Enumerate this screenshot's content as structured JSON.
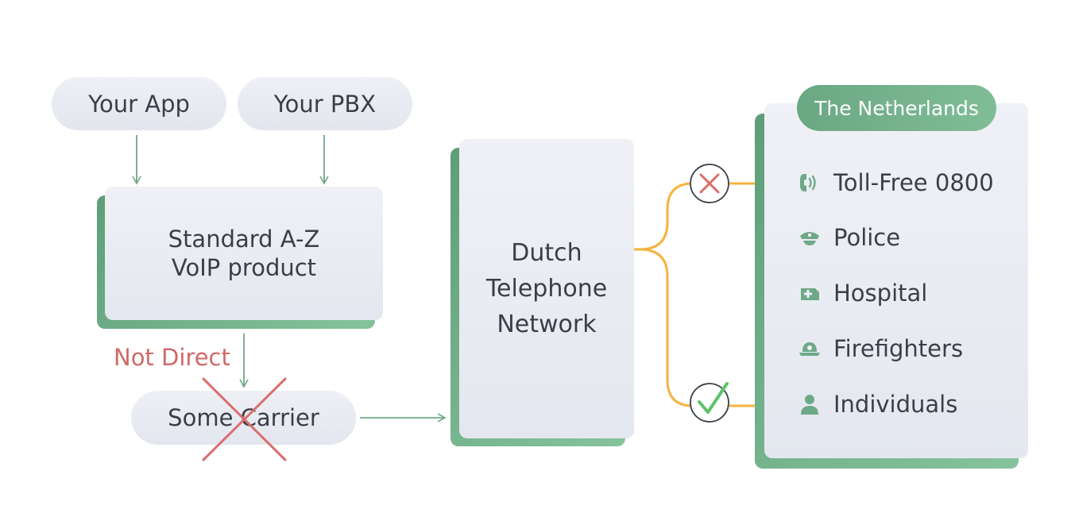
{
  "sources": {
    "your_app": "Your App",
    "your_pbx": "Your PBX"
  },
  "standard_box": {
    "line1": "Standard A-Z",
    "line2": "VoIP product"
  },
  "not_direct": "Not Direct",
  "some_carrier": "Some Carrier",
  "network_box": {
    "line1": "Dutch",
    "line2": "Telephone",
    "line3": "Network"
  },
  "netherlands": {
    "title": "The Netherlands",
    "items": [
      {
        "label": "Toll-Free 0800",
        "icon": "phone-icon",
        "reachable": false
      },
      {
        "label": "Police",
        "icon": "police-cap-icon"
      },
      {
        "label": "Hospital",
        "icon": "ambulance-icon"
      },
      {
        "label": "Firefighters",
        "icon": "firefighter-helmet-icon"
      },
      {
        "label": "Individuals",
        "icon": "person-icon",
        "reachable": true
      }
    ]
  },
  "colors": {
    "green": "#6ea987",
    "orange": "#f5b33f",
    "red": "#d9706e",
    "check": "#5cc36a",
    "text": "#3a3f47"
  }
}
